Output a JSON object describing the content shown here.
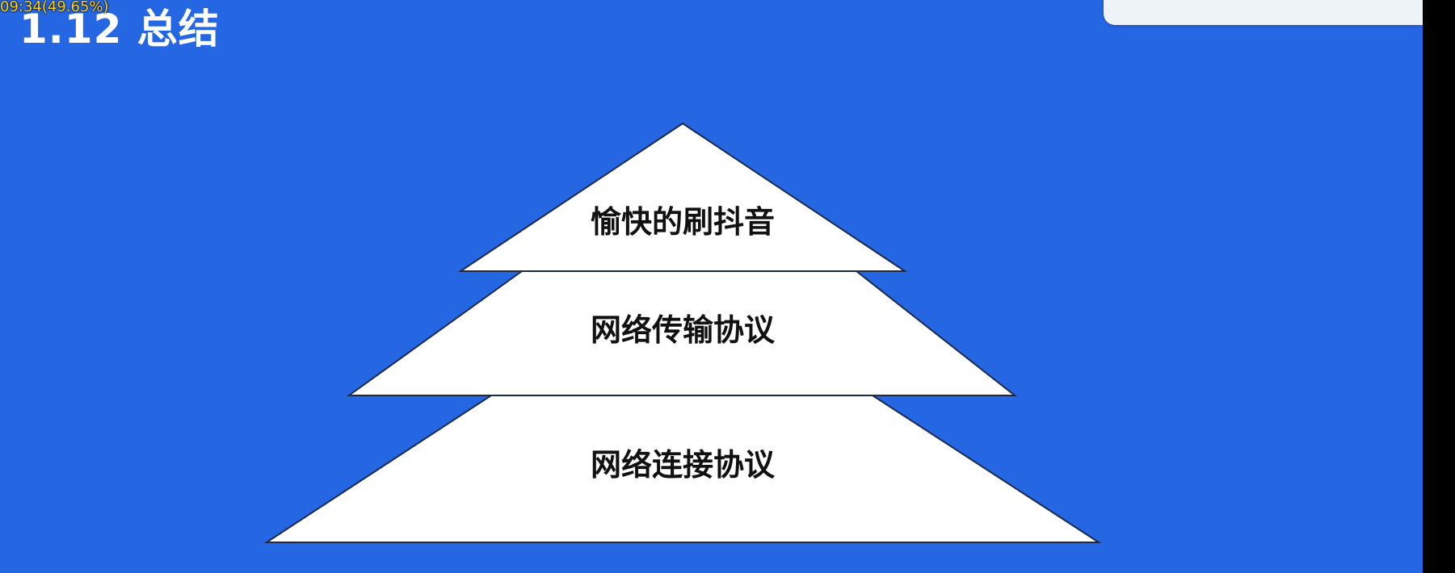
{
  "overlay": {
    "timer": "09:34(49.65%)"
  },
  "slide": {
    "title": "1.12 总结",
    "background_color": "#2566e3"
  },
  "pyramid": {
    "tiers": [
      {
        "label": "愉快的刷抖音"
      },
      {
        "label": "网络传输协议"
      },
      {
        "label": "网络连接协议"
      }
    ]
  }
}
